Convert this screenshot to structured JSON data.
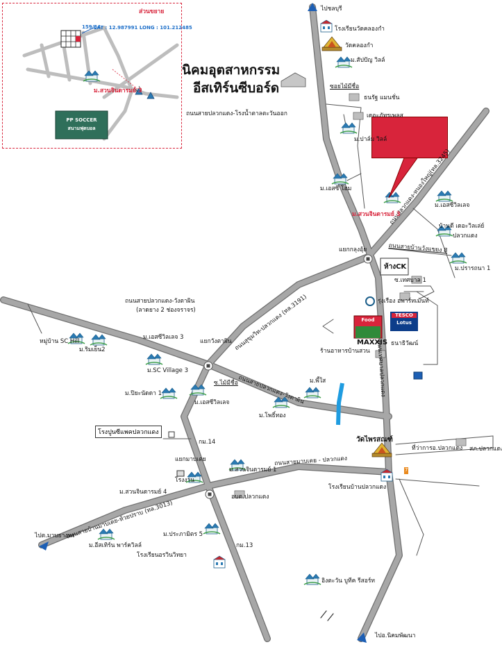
{
  "inset": {
    "title": "ส่วนขยาย",
    "plot_no": "159/34",
    "coords": "LAT : 12.987991 LONG : 101.212485",
    "village": "ม.สวนจินดารมย์ 3",
    "field_line1": "PP SOCCER",
    "field_line2": "สนามฟุตบอล"
  },
  "estate": {
    "line1": "นิคมอุตสาหกรรม",
    "line2": "อีสเทิร์นซีบอร์ด"
  },
  "callout": {
    "line1": "",
    "line2": ""
  },
  "roads": {
    "r1": "ถนนสายปลวกแดง-โรงน้ำตาลตะวันออก",
    "r2": "ซอยไม้มีชื่อ",
    "r3": "ถนนปลวกแดง-หนองใหญ่(ทล.3245)",
    "r4": "ถนนสายบ้านวังแขยง 8",
    "r5": "ถนนสายปลวกแดง-วังตาผิน",
    "r6": "(ลาดยาง 2 ช่องจราจร)",
    "r7": "ถนนสุขุมวิท-ปลวกแดง (ทล.3191)",
    "r8": "ถนนสายปลวกแดง-วังตาผิน",
    "r9": "ถนนเทศบาลปลวกแดง",
    "r10": "ถนนสายมาบเตย - ปลวกแดง",
    "r11": "ถนนสายบ้านมาบเตย-ห้วยปราบ (ทล.3013)"
  },
  "directions": {
    "north": "ไปชลบุรี",
    "west": "ไปต.มาบยางพร",
    "south": "ไปอ.นิคมพัฒนา"
  },
  "junctions": {
    "j1": "แยกกลุงอุ้ย",
    "j2": "แยกวังตาผิน",
    "j3": "แยกมาบเตย"
  },
  "places": {
    "school_klongkam": "โรงเรียนวัดคลองกำ",
    "wat_klongkam": "วัดคลองกำ",
    "saphan_villa": "ม.สัปปัญ วิลล์",
    "thanarat": "ธนรัฐ แมนชั่น",
    "deputy": "เดอะภัทรเพลส",
    "palm_villa": "ม.ปาล์ม วิลล์",
    "s_home": "ม.เอสซี โฮม",
    "suan3": "ม.สวนจินดารมย์ 3",
    "sc_village": "ม.เอสซีวิลเลจ",
    "bandi_line1": "บ้านดี เดอะวิลเล่ย์",
    "bandi_line2": "ปลวกแดง",
    "prathana": "ม.ปรารถนา 1",
    "ck": "ห้างCK",
    "soi_tesaban": "ซ.เทศบาล 1",
    "rungrueang": "รุ่งเรือง อพาร์ทเม้นท์",
    "tesco_line1": "TESCO",
    "tesco_line2": "Lotus",
    "food": "Food",
    "maxxis": "MAXXIS",
    "thanawan": "ธนาธิวัฒน์",
    "ban_suan": "ร้านอาหารบ้านสวน",
    "sc_hill": "หมู่บ้าน SC Hill",
    "rimyen": "ม.ริมเย็น2",
    "sc_village3": "ม.เอสซีวิลเลจ 3",
    "msc_village3": "ม.SC Village 3",
    "soi_maimeechue": "ซ.ไม้มีชื่อ",
    "piya": "ม.ปิยะนัดดา 1",
    "sc_village_b": "ม.เอสซีวิลเลจ",
    "phu": "ม.พี้ใส",
    "phothong": "ม.โพธิ์ทอง",
    "cement": "โรงปูนซีแพคปลวกแดง",
    "km14": "กม.14",
    "wat": "วัดไพรสณฑ์",
    "district": "ที่ว่าการอ.ปลวกแดง",
    "police": "สภ.ปลวกแดง",
    "factory": "โรงงาน",
    "suan1": "ม.สวนจินดารมย์ 1",
    "obt": "อบต.ปลวกแดง",
    "school_pluak": "โรงเรียนบ้านปลวกแดง",
    "suan4": "ม.สวนจินดารมย์ 4",
    "eastern_park": "ม.อีสเทิร์น พาร์ควิลล์",
    "prapamit": "ม.ประภามิตร 5",
    "km13": "กม.13",
    "school_orawin": "โรงเรียนอรวินวิทยา",
    "ingtawan": "อิงตะวัน บูทีค รีสอร์ท",
    "seven": "7"
  },
  "colors": {
    "road": "#9d9d9d",
    "road_edge": "#6f6f6f",
    "accent_red": "#d8243b",
    "water": "#1f9ce0",
    "arrow": "#1d5fb4"
  },
  "icons": [
    "house-icon",
    "school-icon",
    "temple-icon",
    "building-icon",
    "factory-icon",
    "shop-icon",
    "direction-arrow-icon"
  ]
}
